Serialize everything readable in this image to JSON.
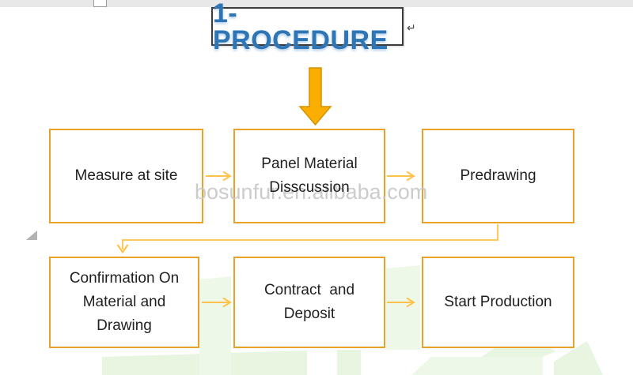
{
  "page": {
    "background": "#ffffff",
    "top_strip_color": "#E8E8E8"
  },
  "title": {
    "text": "1-PROCEDURE",
    "return_mark": "↵",
    "text_color": "#2E75B6",
    "border_color": "#3C3C3C"
  },
  "watermark": {
    "text": "bosunfur.en.alibaba.com",
    "text_color": "#C7C7C7",
    "logo_color": "#E9F6E3"
  },
  "flowchart": {
    "colors": {
      "box_border": "#E9A227",
      "big_arrow_fill": "#F9AE00",
      "big_arrow_stroke": "#D59200",
      "small_arrow": "#FFC34D",
      "connector": "#FFC95E"
    },
    "rows": [
      {
        "boxes": [
          {
            "label": "Measure at site"
          },
          {
            "label": "Panel Material\nDisscussion"
          },
          {
            "label": "Predrawing"
          }
        ]
      },
      {
        "boxes": [
          {
            "label": "Confirmation On\nMaterial and\nDrawing"
          },
          {
            "label": "Contract  and\nDeposit"
          },
          {
            "label": "Start Production"
          }
        ]
      }
    ]
  }
}
